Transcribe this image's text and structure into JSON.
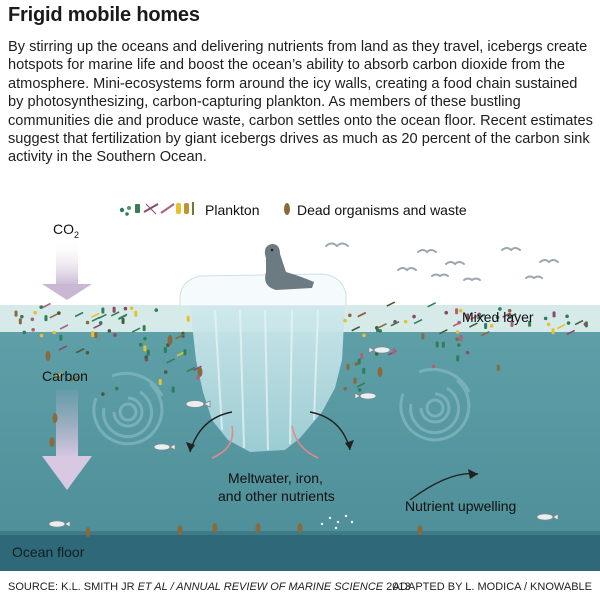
{
  "title": "Frigid mobile homes",
  "body": "By stirring up the oceans and delivering nutrients from land as they travel, icebergs create hotspots for marine life and boost the ocean’s ability to absorb carbon dioxide from the atmosphere. Mini-ecosystems form around the icy walls, creating a food chain sustained by photosynthesizing, carbon-capturing plankton. As members of these bustling communities die and produce waste, carbon settles onto the ocean floor. Recent estimates suggest that fertilization by giant icebergs drives as much as 20 percent of the carbon sink activity in the Southern Ocean.",
  "legend": {
    "plankton": "Plankton",
    "dead": "Dead organisms and waste"
  },
  "labels": {
    "co2": "CO",
    "co2_sub": "2",
    "mixed_layer": "Mixed layer",
    "carbon": "Carbon",
    "meltwater_1": "Meltwater, iron,",
    "meltwater_2": "and other nutrients",
    "upwelling": "Nutrient upwelling",
    "ocean_floor": "Ocean floor"
  },
  "footer": {
    "source_prefix": "SOURCE: K.L. SMITH JR ",
    "source_italic": "ET AL / ANNUAL REVIEW OF MARINE SCIENCE",
    "source_year": " 2013",
    "credit": "ADAPTED BY L. MODICA / KNOWABLE"
  },
  "colors": {
    "ocean": "#5e9fa8",
    "mixed_layer": "#d6ebe9",
    "floor": "#2f6878",
    "iceberg": "#eef7f8",
    "arrow": "#c9b7d3",
    "warm_arrow": "#e08a8f"
  }
}
